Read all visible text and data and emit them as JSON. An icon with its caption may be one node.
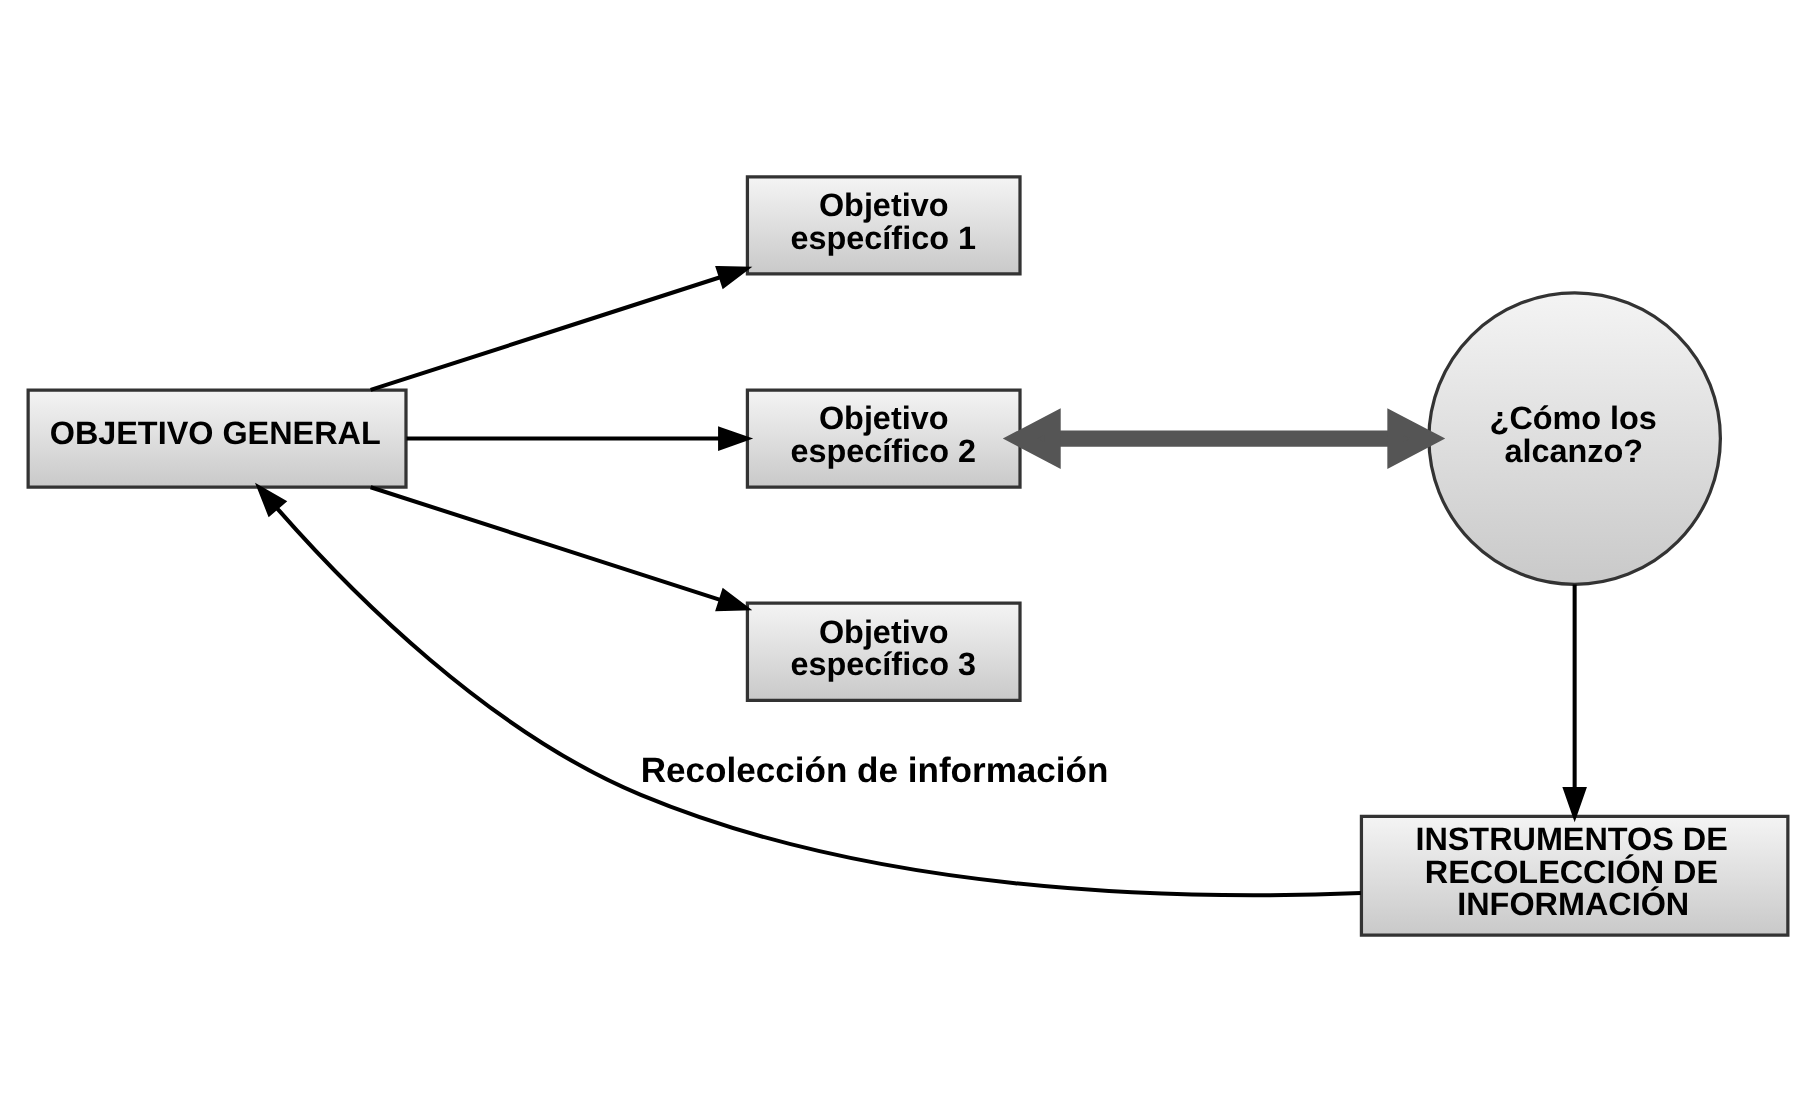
{
  "diagram": {
    "nodes": [
      {
        "text": [
          "OBJETIVO GENERAL"
        ]
      },
      {
        "text": [
          "Objetivo específico 1"
        ]
      },
      {
        "text": [
          "Objetivo específico 2"
        ]
      },
      {
        "text": [
          "Objetivo específico 3"
        ]
      },
      {
        "text": [
          "¿Cómo los alcanzo?"
        ]
      },
      {
        "text": [
          "INSTRUMENTOS DE RECOLECCIÓN DE INFORMACIÓN"
        ]
      }
    ],
    "edges": [
      {
        "from": 0,
        "to": 1,
        "arrow": "to"
      },
      {
        "from": 0,
        "to": 2,
        "arrow": "to"
      },
      {
        "from": 0,
        "to": 3,
        "arrow": "to"
      },
      {
        "from": 2,
        "to": 4,
        "arrow": "both",
        "style": "thick"
      },
      {
        "from": 4,
        "to": 5,
        "arrow": "to"
      },
      {
        "from": 5,
        "to": 0,
        "arrow": "to",
        "label": "Recolección de información"
      }
    ]
  }
}
